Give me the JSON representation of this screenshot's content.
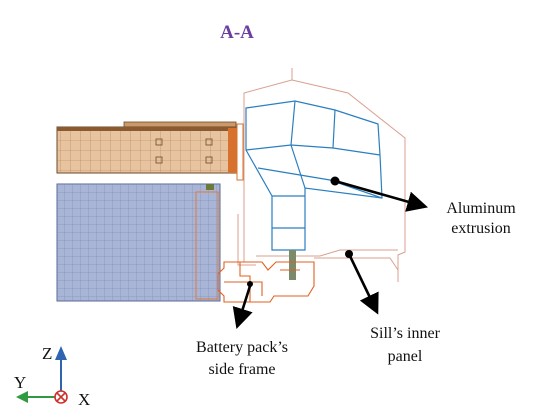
{
  "title": "A-A",
  "labels": {
    "aluminum_extrusion_line1": "Aluminum",
    "aluminum_extrusion_line2": "extrusion",
    "battery_frame_line1": "Battery pack’s",
    "battery_frame_line2": "side frame",
    "sill_panel_line1": "Sill’s inner",
    "sill_panel_line2": "panel"
  },
  "axes": {
    "z": "Z",
    "y": "Y",
    "x": "X"
  },
  "colors": {
    "title": "#6b3fa0",
    "extrusion": "#2a7fc0",
    "sill_panel": "#d9a090",
    "battery_frame": "#e06020",
    "upper_block_fill": "#e7c49f",
    "upper_block_grid": "#b07c50",
    "lower_block_fill": "#a9b5d6",
    "lower_block_grid": "#6f7fae",
    "z_axis": "#2f64b0",
    "y_axis": "#2f9a3f",
    "x_axis": "#d0302a"
  }
}
